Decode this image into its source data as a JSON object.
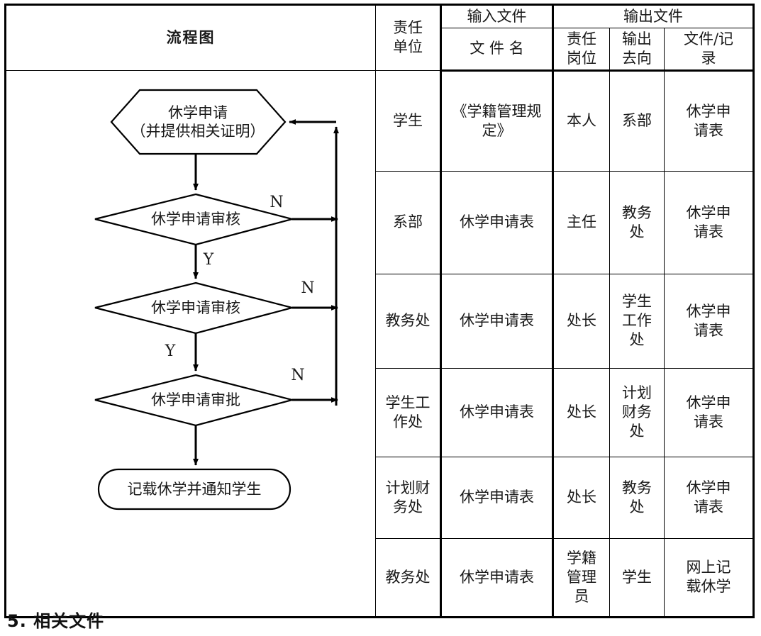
{
  "document": {
    "caption": "5. 相关文件"
  },
  "table": {
    "title": "流程图",
    "header": {
      "responsible_unit": "责任\n单位",
      "responsible_unit_line1": "责任",
      "responsible_unit_line2": "单位",
      "input_file_group": "输入文件",
      "output_file_group": "输出文件",
      "file_name": "文 件 名",
      "responsible_post_line1": "责任",
      "responsible_post_line2": "岗位",
      "output_destination_line1": "输出",
      "output_destination_line2": "去向",
      "file_record_line1": "文件/记",
      "file_record_line2": "录"
    },
    "rows": [
      {
        "unit": "学生",
        "file_name": "《学籍管理规\n定》",
        "post": "本人",
        "destination": "系部",
        "record": "休学申\n请表"
      },
      {
        "unit": "系部",
        "file_name": "休学申请表",
        "post": "主任",
        "destination": "教务\n处",
        "record": "休学申\n请表"
      },
      {
        "unit": "教务处",
        "file_name": "休学申请表",
        "post": "处长",
        "destination": "学生\n工作\n处",
        "record": "休学申\n请表"
      },
      {
        "unit": "学生工\n作处",
        "file_name": "休学申请表",
        "post": "处长",
        "destination": "计划\n财务\n处",
        "record": "休学申\n请表"
      },
      {
        "unit": "计划财\n务处",
        "file_name": "休学申请表",
        "post": "处长",
        "destination": "教务\n处",
        "record": "休学申\n请表"
      },
      {
        "unit": "教务处",
        "file_name": "休学申请表",
        "post": "学籍\n管理\n员",
        "destination": "学生",
        "record": "网上记\n载休学"
      }
    ]
  },
  "flowchart": {
    "nodes": [
      {
        "id": "start",
        "shape": "hexagon",
        "label_line1": "休学申请",
        "label_line2": "（并提供相关证明）"
      },
      {
        "id": "review1",
        "shape": "diamond",
        "label_line1": "休学申请审核"
      },
      {
        "id": "review2",
        "shape": "diamond",
        "label_line1": "休学申请审核"
      },
      {
        "id": "approve",
        "shape": "diamond",
        "label_line1": "休学申请审批"
      },
      {
        "id": "end",
        "shape": "stadium",
        "label_line1": "记载休学并通知学生"
      }
    ],
    "branch_labels": {
      "yes_1": "Y",
      "yes_2": "Y",
      "no_1": "N",
      "no_2": "N",
      "no_3": "N"
    },
    "colors": {
      "stroke": "#000000",
      "fill": "#ffffff"
    }
  }
}
